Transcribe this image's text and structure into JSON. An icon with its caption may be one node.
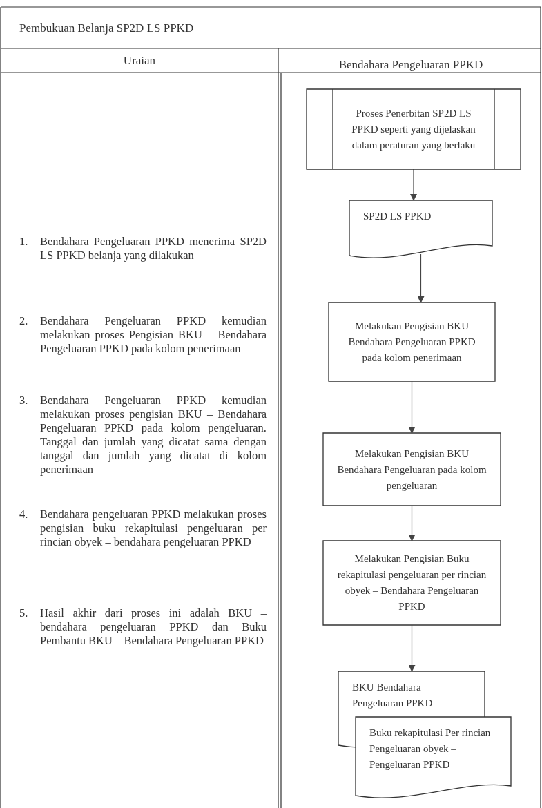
{
  "diagram": {
    "title": "Pembukuan Belanja SP2D LS PPKD",
    "nodes": [
      {
        "text": [
          "Proses Penerbitan SP2D LS PPKD seperti yang dijelaskan dalam peraturan yang berlaku"
        ]
      },
      {
        "text": [
          "SP2D LS PPKD"
        ]
      },
      {
        "text": [
          "Melakukan Pengisian BKU Bendahara Pengeluaran PPKD pada kolom penerimaan"
        ]
      },
      {
        "text": [
          "Melakukan Pengisian BKU Bendahara Pengeluaran pada kolom pengeluaran"
        ]
      },
      {
        "text": [
          "Melakukan Pengisian Buku rekapitulasi pengeluaran per rincian obyek – Bendahara Pengeluaran PPKD"
        ]
      },
      {
        "text": [
          "BKU Bendahara Pengeluaran PPKD"
        ]
      },
      {
        "text": [
          "Buku rekapitulasi Per rincian Pengeluaran obyek – Pengeluaran PPKD"
        ]
      }
    ],
    "edges": [
      {
        "from": 0,
        "to": 1,
        "arrow": "to"
      },
      {
        "from": 1,
        "to": 2,
        "arrow": "to"
      },
      {
        "from": 2,
        "to": 3,
        "arrow": "to"
      },
      {
        "from": 3,
        "to": 4,
        "arrow": "to"
      },
      {
        "from": 4,
        "to": 5,
        "arrow": "to"
      }
    ],
    "labels": [
      "Uraian",
      "Bendahara Pengeluaran PPKD",
      "1.",
      "Bendahara Pengeluaran PPKD menerima SP2D LS PPKD belanja yang dilakukan",
      "2.",
      "Bendahara Pengeluaran PPKD kemudian melakukan proses Pengisian BKU – Bendahara Pengeluaran PPKD pada kolom penerimaan",
      "3.",
      "Bendahara Pengeluaran PPKD kemudian melakukan proses pengisian BKU – Bendahara Pengeluaran PPKD pada kolom pengeluaran. Tanggal dan jumlah yang dicatat sama dengan tanggal dan jumlah yang dicatat di kolom penerimaan",
      "4.",
      "Bendahara pengeluaran PPKD melakukan proses pengisian buku rekapitulasi pengeluaran per rincian obyek – bendahara pengeluaran PPKD",
      "5.",
      "Hasil akhir dari proses ini adalah BKU – bendahara pengeluaran PPKD dan Buku Pembantu BKU – Bendahara Pengeluaran PPKD"
    ]
  }
}
